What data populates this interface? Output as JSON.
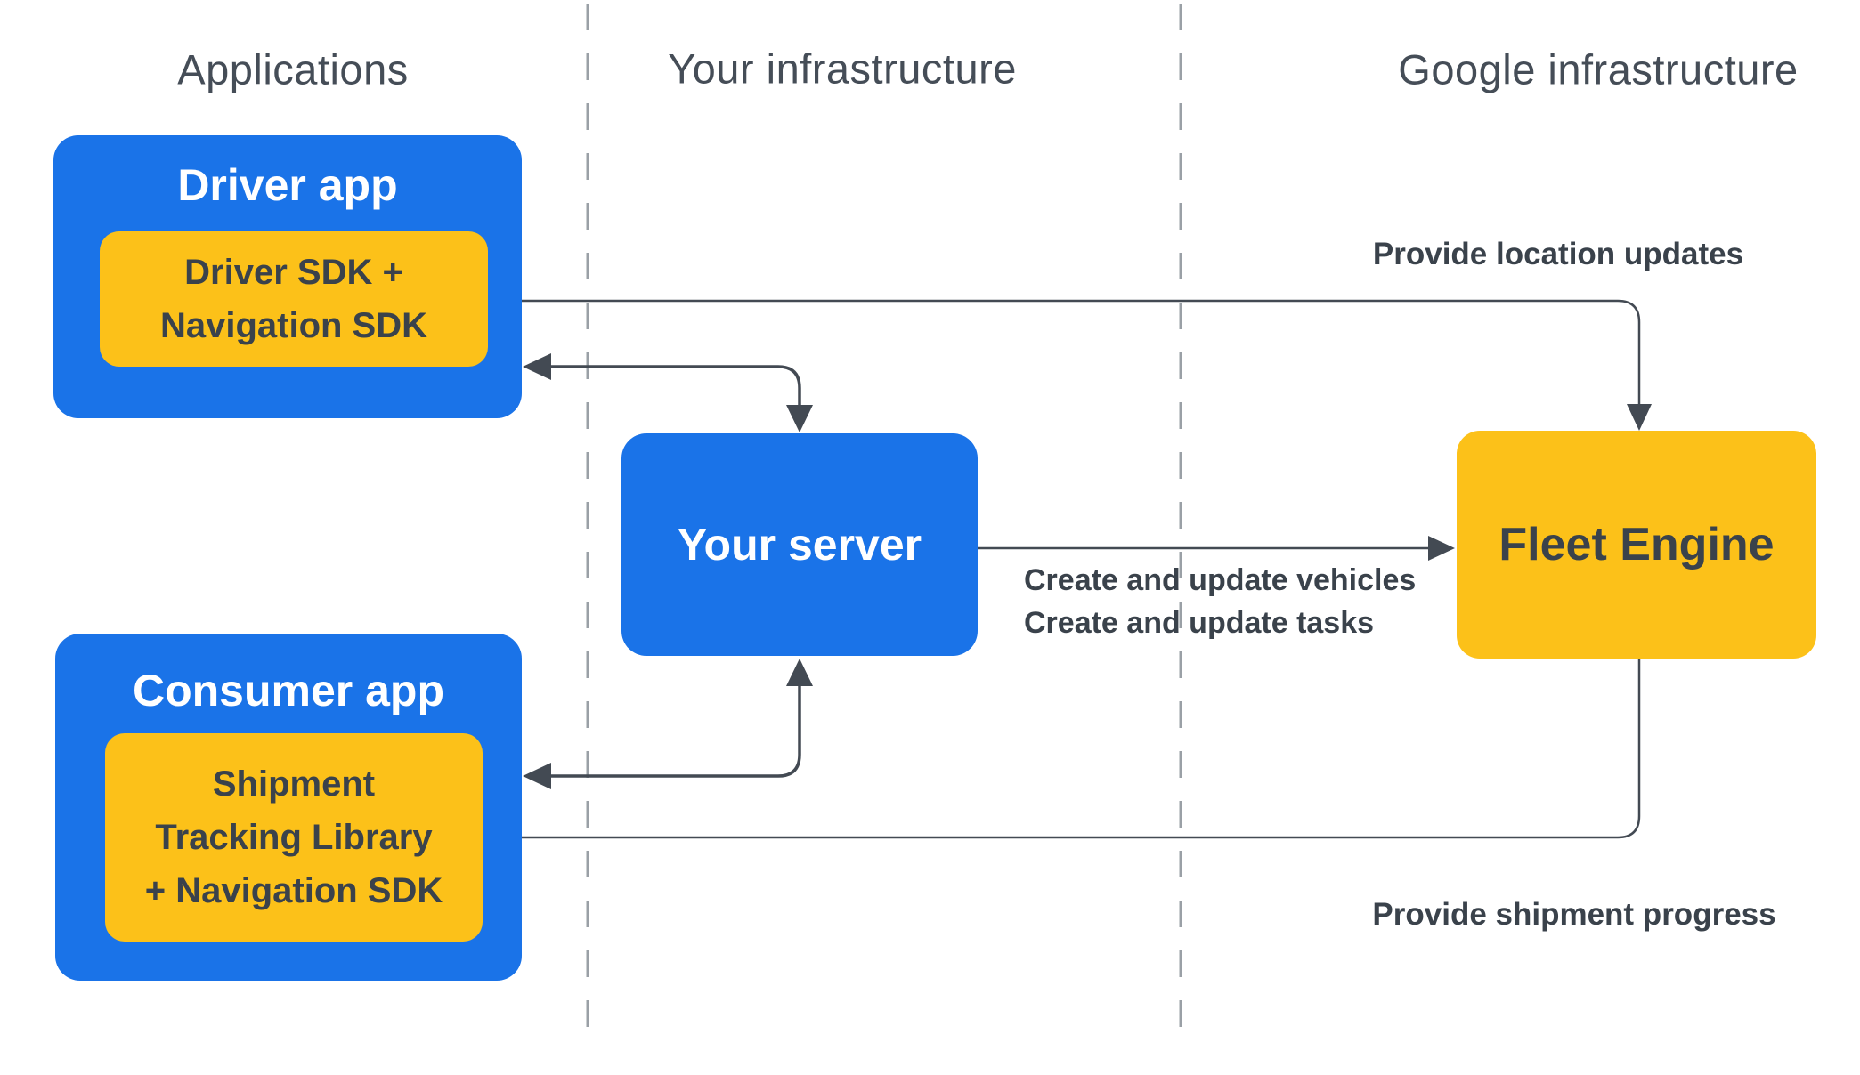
{
  "diagram": {
    "columns": [
      {
        "label": "Applications"
      },
      {
        "label": "Your infrastructure"
      },
      {
        "label": "Google infrastructure"
      }
    ],
    "nodes": {
      "driver_app": {
        "title": "Driver app",
        "sdk_lines": [
          "Driver SDK +",
          "Navigation SDK"
        ]
      },
      "consumer_app": {
        "title": "Consumer app",
        "sdk_lines": [
          "Shipment",
          "Tracking Library",
          "+ Navigation SDK"
        ]
      },
      "your_server": {
        "title": "Your server"
      },
      "fleet_engine": {
        "title": "Fleet Engine"
      }
    },
    "edge_labels": {
      "location_updates": "Provide location updates",
      "create_update_lines": [
        "Create and update vehicles",
        "Create and update tasks"
      ],
      "shipment_progress": "Provide shipment progress"
    },
    "colors": {
      "app_blue": "#1A73E8",
      "sdk_yellow": "#FCC119",
      "connector_dark": "#434A53",
      "divider_gray": "#9AA0A6"
    }
  }
}
